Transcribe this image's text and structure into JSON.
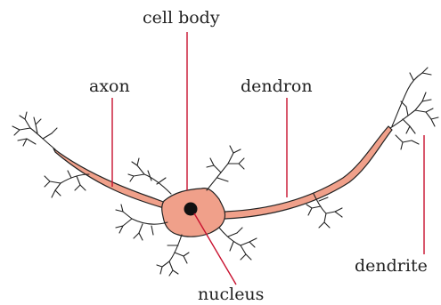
{
  "labels": {
    "cell_body": "cell body",
    "axon": "axon",
    "dendron": "dendron",
    "dendrite": "dendrite",
    "nucleus": "nucleus"
  },
  "colors": {
    "cytoplasm": "#f0a08a",
    "outline": "#222222",
    "leader_line": "#c8102e",
    "nucleus": "#111111"
  }
}
